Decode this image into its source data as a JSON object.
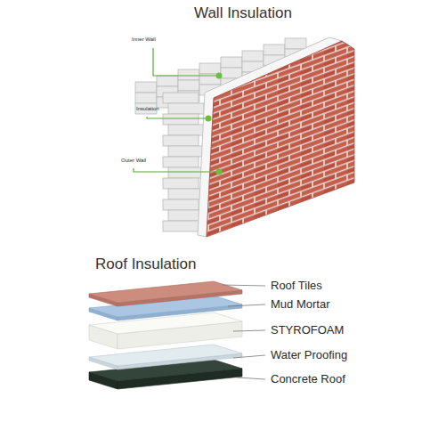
{
  "diagram": {
    "title": "Wall Insulation",
    "labels": [
      "Inner Wall",
      "Insulation",
      "Outer Wall",
      "Roof Insulation",
      "Roof Tiles",
      "Mud Mortar",
      "STYROFOAM",
      "Water Proofing",
      "Concrete Roof"
    ]
  }
}
